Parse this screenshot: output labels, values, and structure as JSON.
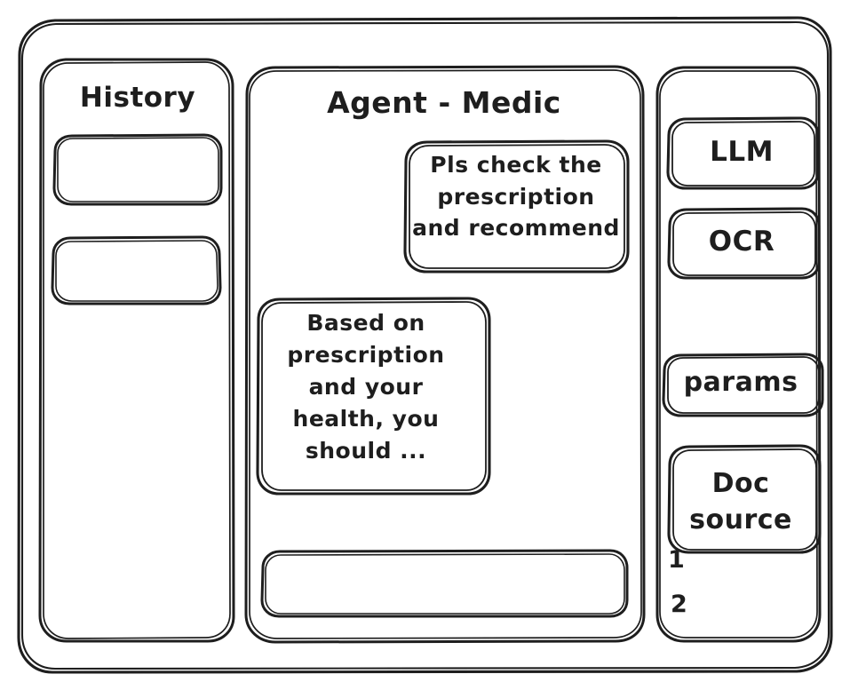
{
  "window": {
    "frame_name": "app-window-frame",
    "stroke_color": "#1e1e1e",
    "background_color": "#ffffff"
  },
  "sidebar": {
    "title": "History",
    "items": [
      {
        "label": "",
        "name": "history-item-1"
      },
      {
        "label": "",
        "name": "history-item-2"
      }
    ]
  },
  "main": {
    "title": "Agent - Medic",
    "messages": [
      {
        "role": "user",
        "text": "Pls check the\nprescription\nand recommend"
      },
      {
        "role": "assistant",
        "text": "Based on\nprescription\nand your\nhealth, you\nshould ..."
      }
    ],
    "composer": {
      "value": "",
      "placeholder": ""
    }
  },
  "tools_panel": {
    "items": [
      {
        "label": "LLM",
        "name": "tool-llm"
      },
      {
        "label": "OCR",
        "name": "tool-ocr"
      },
      {
        "label": "params",
        "name": "tool-params"
      },
      {
        "label": "Doc\nsource",
        "name": "tool-doc-source"
      }
    ],
    "doc_list": [
      {
        "label": "1"
      },
      {
        "label": "2"
      }
    ]
  }
}
